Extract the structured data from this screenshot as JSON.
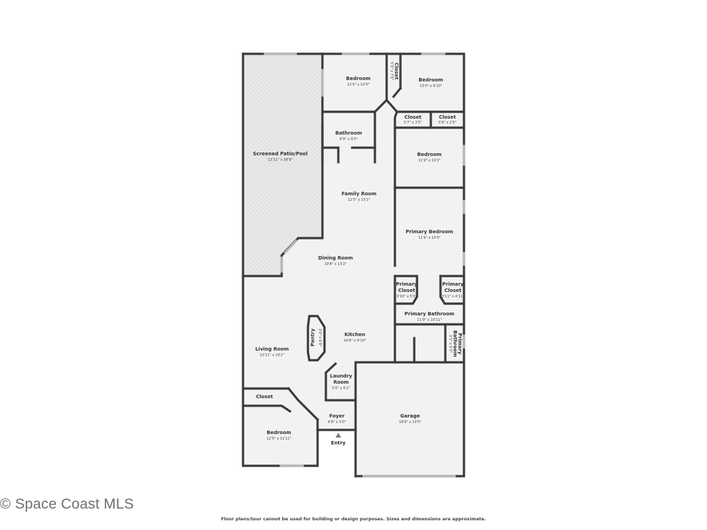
{
  "rooms": {
    "bedroom_north": {
      "name": "Bedroom",
      "dim": "11'0\" x 10'0\""
    },
    "bedroom_ne": {
      "name": "Bedroom",
      "dim": "13'0\" x 9'10\""
    },
    "closet_north": {
      "name": "Closet",
      "dim": "5'0\" x 7'6\""
    },
    "closet_a": {
      "name": "Closet",
      "dim": "5'7\" x 2'5\""
    },
    "closet_b": {
      "name": "Closet",
      "dim": "5'9\" x 2'5\""
    },
    "bathroom": {
      "name": "Bathroom",
      "dim": "8'9\" x 6'0\""
    },
    "bedroom_east": {
      "name": "Bedroom",
      "dim": "11'9\" x 10'2\""
    },
    "patio": {
      "name": "Screened Patio/Pool",
      "dim": "13'11\" x 38'9\""
    },
    "family": {
      "name": "Family Room",
      "dim": "12'5\" x 15'1\""
    },
    "primary_bedroom": {
      "name": "Primary Bedroom",
      "dim": "11'9\" x 15'0\""
    },
    "dining": {
      "name": "Dining Room",
      "dim": "19'8\" x 13'2\""
    },
    "primary_closet_left": {
      "name_1": "Primary",
      "name_2": "Closet",
      "dim": "3'10\" x 5'0\""
    },
    "primary_closet_right": {
      "name_1": "Primary",
      "name_2": "Closet",
      "dim": "3'11\" x 4'11\""
    },
    "primary_bathroom": {
      "name": "Primary Bathroom",
      "dim": "11'9\" x 10'11\""
    },
    "primary_bathroom_small": {
      "name_1": "Primary",
      "name_2": "Bathroom",
      "dim": "3'1\" x 6'3\""
    },
    "pantry": {
      "name": "Pantry",
      "dim": "3'0\" x 6'9\""
    },
    "kitchen": {
      "name": "Kitchen",
      "dim": "14'6\" x 9'10\""
    },
    "living": {
      "name": "Living Room",
      "dim": "10'11\" x 19'2\""
    },
    "laundry": {
      "name_1": "Laundry",
      "name_2": "Room",
      "dim": "5'0\" x 6'2\""
    },
    "closet_sw": {
      "name": "Closet"
    },
    "foyer": {
      "name": "Foyer",
      "dim": "6'8\" x 5'0\""
    },
    "garage": {
      "name": "Garage",
      "dim": "18'8\" x 19'5\""
    },
    "bedroom_sw": {
      "name": "Bedroom",
      "dim": "12'5\" x 11'11\""
    },
    "entry": {
      "name": "Entry"
    }
  },
  "watermark": "© Space Coast MLS",
  "disclaimer": "Floor plans/tour cannot be used for building or design purposes. Sizes and dimensions are approximate.",
  "colors": {
    "wall": "#3a3a3a",
    "floor": "#f2f2f2",
    "window": "#b9b9b9",
    "patio": "#e6e6e6"
  }
}
